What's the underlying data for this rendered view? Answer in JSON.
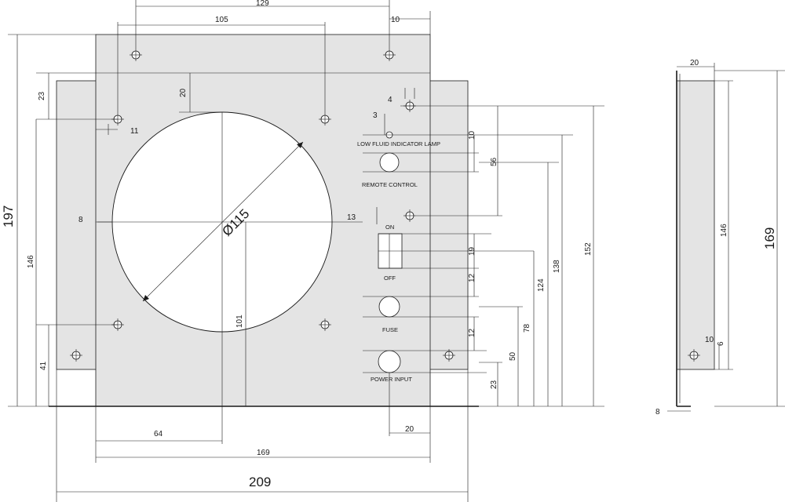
{
  "front_view": {
    "dimensions": {
      "top_129": "129",
      "top_105": "105",
      "top_10": "10",
      "left_23": "23",
      "d_20_upper": "20",
      "d_11": "11",
      "d_8": "8",
      "d_13": "13",
      "left_146": "146",
      "left_41": "41",
      "d_101": "101",
      "bottom_64": "64",
      "bottom_20": "20",
      "bottom_169": "169",
      "bottom_209": "209",
      "left_197": "197",
      "d_4": "4",
      "d_3": "3",
      "d_10_lamp": "10",
      "d_56": "56",
      "d_19": "19",
      "d_12_a": "12",
      "d_12_b": "12",
      "d_124": "124",
      "d_138": "138",
      "d_152": "152",
      "d_78": "78",
      "d_50": "50",
      "d_23_right": "23",
      "diameter": "Ø115"
    },
    "labels": {
      "lamp": "LOW FLUID INDICATOR LAMP",
      "remote": "REMOTE CONTROL",
      "on": "ON",
      "off": "OFF",
      "fuse": "FUSE",
      "power": "POWER INPUT"
    }
  },
  "side_view": {
    "dimensions": {
      "top_20": "20",
      "d_146": "146",
      "d_169": "169",
      "d_10": "10",
      "d_6": "6",
      "d_8": "8"
    }
  }
}
